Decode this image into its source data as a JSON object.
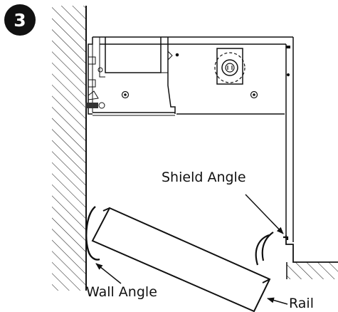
{
  "step_number": "3",
  "labels": {
    "shield_angle": "Shield Angle",
    "wall_angle": "Wall Angle",
    "rail": "Rail"
  }
}
